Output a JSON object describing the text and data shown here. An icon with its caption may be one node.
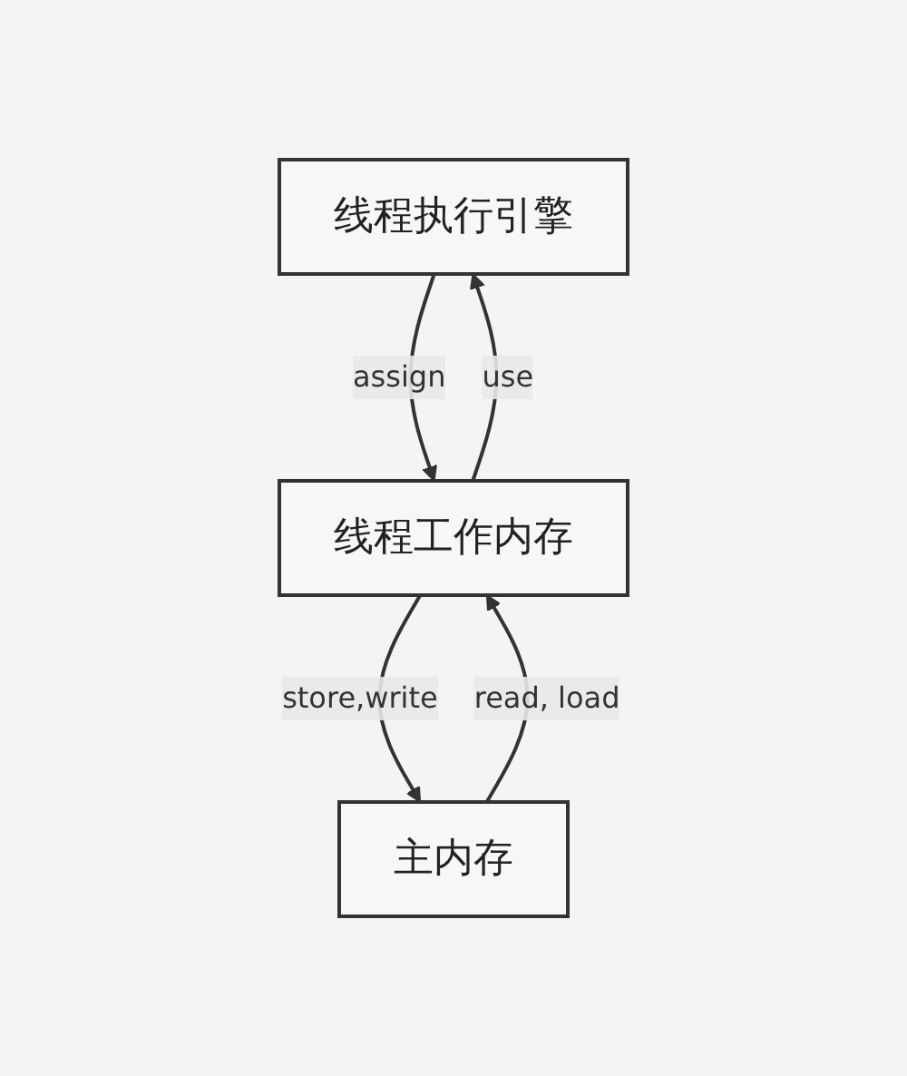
{
  "diagram": {
    "nodes": [
      {
        "text": [
          "线程执行引擎"
        ]
      },
      {
        "text": [
          "线程工作内存"
        ]
      },
      {
        "text": [
          "主内存"
        ]
      }
    ],
    "edges": [
      {
        "from": 0,
        "to": 1,
        "arrow": "to",
        "label": "assign"
      },
      {
        "from": 1,
        "to": 0,
        "arrow": "to",
        "label": "use"
      },
      {
        "from": 1,
        "to": 2,
        "arrow": "to",
        "label": "store,write"
      },
      {
        "from": 2,
        "to": 1,
        "arrow": "to",
        "label": "read, load"
      }
    ]
  }
}
